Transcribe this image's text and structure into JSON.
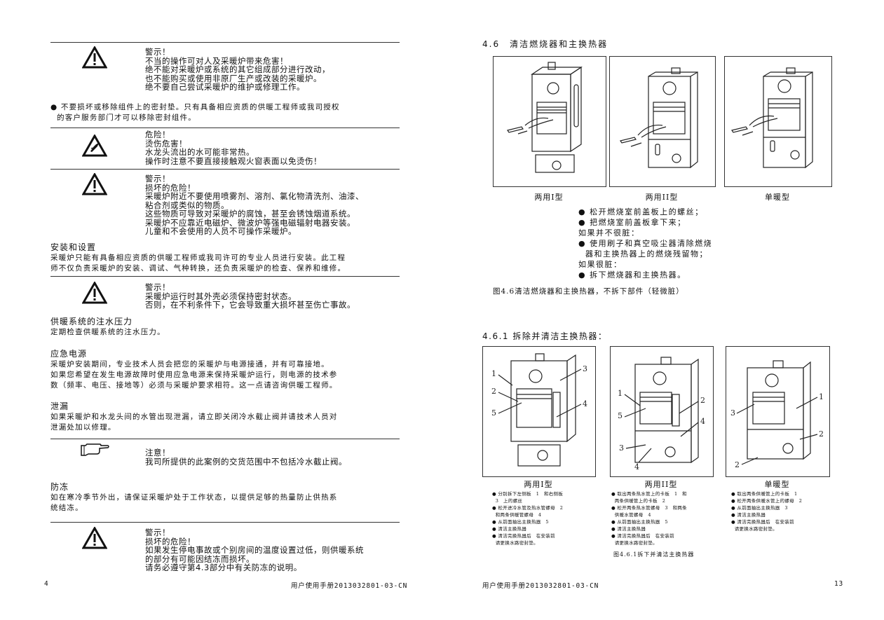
{
  "left_page": {
    "page_number": "4",
    "footer": "用户使用手册2013032801-03-CN",
    "notice1": {
      "icon": "warning-triangle-icon",
      "lines": [
        "警示！",
        "不当的操作可对人及采暖炉带来危害！",
        "绝不能对采暖炉或系统的其它组成部分进行改动，",
        "也不能购买或使用非原厂生产或改装的采暖炉。",
        "绝不要自己尝试采暖炉的维护或修理工作。"
      ]
    },
    "bullet1": [
      "● 不要损坏或移除组件上的密封垫。只有具备相应资质的供暖工程师或我司授权",
      "  的客户服务部门才可以移除密封组件。"
    ],
    "notice2": {
      "icon": "burn-hazard-icon",
      "lines": [
        "危险！",
        "烫伤危害！",
        "水龙头流出的水可能非常热。",
        "操作时注意不要直接接触观火窗表面以免烫伤！"
      ]
    },
    "notice3": {
      "icon": "warning-triangle-icon",
      "lines": [
        "警示！",
        "损坏的危险！",
        "采暖炉附近不要使用喷雾剂、溶剂、氯化物清洗剂、油漆、",
        "粘合剂或类似的物质。",
        "这些物质可导致对采暖炉的腐蚀，甚至会锈蚀烟道系统。",
        "采暖炉不应靠近电磁炉、微波炉等强电磁辐射电器安装。",
        "儿童和不会使用的人员不可操作采暖炉。"
      ]
    },
    "install": {
      "heading": "安装和设置",
      "body": [
        "采暖炉只能有具备相应资质的供暖工程师或我司许可的专业人员进行安装。此工程",
        "师不仅负责采暖炉的安装、调试、气种转换，还负责采暖炉的检查、保养和维修。"
      ]
    },
    "notice4": {
      "icon": "warning-triangle-icon",
      "lines": [
        "警示！",
        "采暖炉运行时其外壳必须保持密封状态。",
        "否则，在不利条件下，它会导致重大损坏甚至伤亡事故。"
      ]
    },
    "pressure": {
      "heading": "供暖系统的注水压力",
      "body": [
        "定期检查供暖系统的注水压力。"
      ]
    },
    "emergency_power": {
      "heading": "应急电源",
      "body": [
        "采暖炉安装期间，专业技术人员会把您的采暖炉与电源接通，并有可靠接地。",
        "如果您希望在发生电源故障时使用应急电源来保持采暖炉运行，则电源的技术参",
        "数（频率、电压、接地等）必须与采暖炉要求相符。这一点请咨询供暖工程师。"
      ]
    },
    "leak": {
      "heading": "泄漏",
      "body": [
        "如果采暖炉和水龙头间的水管出现泄漏，请立即关闭冷水截止阀并请技术人员对",
        "泄漏处加以修理。"
      ]
    },
    "notice5": {
      "icon": "pointing-hand-icon",
      "lines": [
        "注意！",
        "我司所提供的此案例的交货范围中不包括冷水截止阀。"
      ]
    },
    "frost": {
      "heading": "防冻",
      "body": [
        "如在寒冷季节外出，请保证采暖炉处于工作状态，以提供足够的热量防止供热系",
        "统结冻。"
      ]
    },
    "notice6": {
      "icon": "warning-triangle-icon",
      "lines": [
        "警示！",
        "损坏的危险！",
        "如果发生停电事故或个别房间的温度设置过低，则供暖系统",
        "的部分有可能因结冻而损坏。",
        "请务必遵守第4.3部分中有关防冻的说明。"
      ]
    }
  },
  "right_page": {
    "page_number": "13",
    "footer": "用户使用手册2013032801-03-CN",
    "section_46": {
      "title": "4.6　清洁燃烧器和主换热器",
      "figures": [
        {
          "caption": "两用I型"
        },
        {
          "caption": "两用II型"
        },
        {
          "caption": "单暖型"
        }
      ],
      "steps": [
        "● 松开燃烧室前盖板上的螺丝；",
        "● 把燃烧室前盖板拿下来；",
        "如果并不很脏：",
        "● 使用刷子和真空吸尘器清除燃烧",
        "  器和主换热器上的燃烧残留物；",
        "如果很脏：",
        "● 拆下燃烧器和主换热器。"
      ],
      "figure_caption": "图4.6清洁燃烧器和主换热器，不拆下部件（轻微脏）"
    },
    "section_461": {
      "title": "4.6.1 拆除并清洁主换热器：",
      "figures": [
        {
          "caption": "两用I型",
          "callouts": [
            "1",
            "2",
            "5",
            "3",
            "4"
          ],
          "steps": [
            "● 分别拆下左侧板　1　和右侧板",
            "  3　上的螺丝",
            "● 松开进冷水管及热水管螺母　2",
            "  和两条供暖管螺母　4",
            "● 从前面抽出主换热器　5",
            "● 清洁主换热器",
            "● 清洁完换热器后　在安装前",
            "  请更换水路密封垫。"
          ]
        },
        {
          "caption": "两用II型",
          "callouts": [
            "1",
            "5",
            "3",
            "4",
            "2",
            "4"
          ],
          "steps": [
            "● 取出两条热水管上的卡板　1　和",
            "  两条供暖管上的卡板　2",
            "● 松开两条热水管螺母　3　和两条",
            "  供暖水管螺母　4",
            "● 从前面抽出主换热器　5",
            "● 清洁主换热器",
            "● 清洁完换热器后　在安装前",
            "  请更换水路密封垫。"
          ]
        },
        {
          "caption": "单暖型",
          "callouts": [
            "3",
            "1",
            "2",
            "2"
          ],
          "steps": [
            "● 取出两条供暖管上的卡板　1",
            "● 松开两条供暖水管上的螺母　2",
            "● 从前面抽出主换热器　3",
            "● 清洁主换热器",
            "● 清洁完换热器后　在安装前",
            "  请更换水路密封垫。"
          ]
        }
      ],
      "figure_caption": "图4.6.1拆下并清洁主换热器"
    }
  }
}
